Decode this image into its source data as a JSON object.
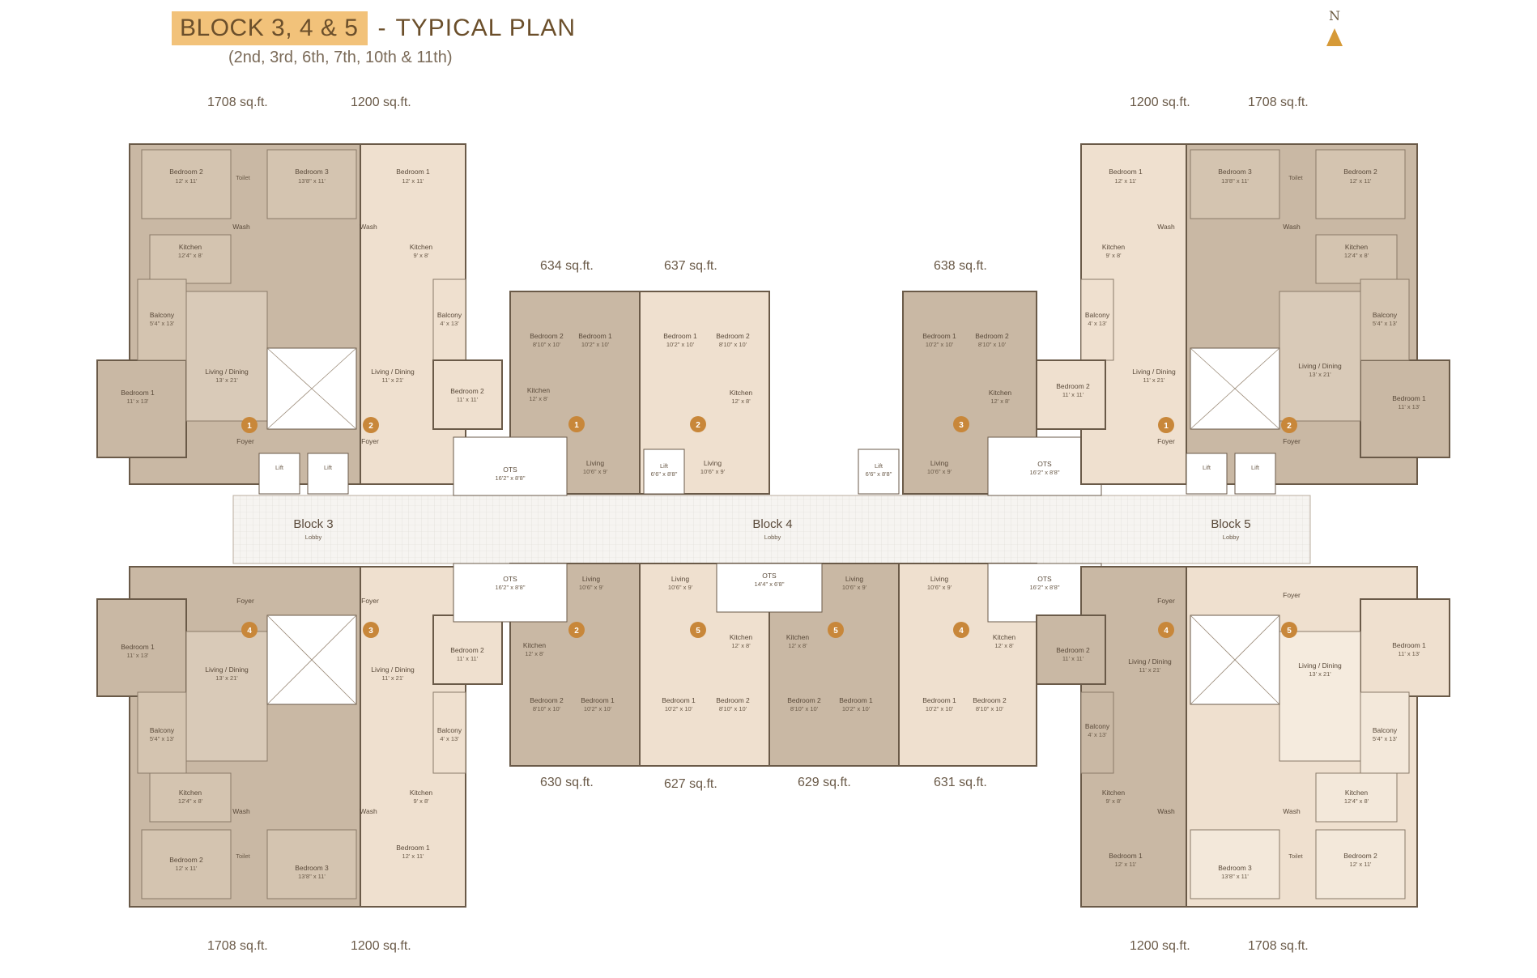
{
  "header": {
    "title_highlight": "BLOCK 3, 4 & 5",
    "title_separator": "-",
    "title_main": "TYPICAL PLAN",
    "subtitle": "(2nd, 3rd, 6th, 7th, 10th & 11th)",
    "north_label": "N"
  },
  "colors": {
    "accent": "#f2c27a",
    "dark_unit": "#c9b8a4",
    "light_unit": "#efe0cf",
    "badge": "#c8873a"
  },
  "areas": {
    "top_left_a": "1708 sq.ft.",
    "top_left_b": "1200 sq.ft.",
    "top_right_a": "1200 sq.ft.",
    "top_right_b": "1708 sq.ft.",
    "top_mid_1": "634 sq.ft.",
    "top_mid_2": "637 sq.ft.",
    "top_mid_3": "638 sq.ft.",
    "bottom_mid_1": "630 sq.ft.",
    "bottom_mid_2": "627 sq.ft.",
    "bottom_mid_3": "629 sq.ft.",
    "bottom_mid_4": "631 sq.ft.",
    "bottom_left_a": "1708 sq.ft.",
    "bottom_left_b": "1200 sq.ft.",
    "bottom_right_a": "1200 sq.ft.",
    "bottom_right_b": "1708 sq.ft."
  },
  "lobbies": {
    "block3": "Block 3",
    "block4": "Block 4",
    "block5": "Block 5"
  },
  "rooms": {
    "bedroom1": "Bedroom 1",
    "bedroom2": "Bedroom 2",
    "bedroom3": "Bedroom 3",
    "kitchen": "Kitchen",
    "balcony": "Balcony",
    "living_dining": "Living / Dining",
    "living": "Living",
    "foyer": "Foyer",
    "wash": "Wash",
    "toilet": "Toilet",
    "lift": "Lift",
    "ots": "OTS",
    "lobby": "Lobby"
  },
  "dims": {
    "b2_large": "12' x 11'",
    "b3_large": "13'8\" x 11'",
    "b1_large": "11' x 13'",
    "kitchen_large": "12'4\" x 8'",
    "balcony_large": "5'4\" x 13'",
    "ld_large": "13' x 21'",
    "b1_mid": "12' x 11'",
    "kitchen_mid": "9' x 8'",
    "ld_mid": "11' x 21'",
    "b2_mid": "11' x 11'",
    "balcony_mid": "4' x 13'",
    "s_b1": "10'2\" x 10'",
    "s_b2": "8'10\" x 10'",
    "s_kitchen": "12' x 8'",
    "s_living": "10'6\" x 9'",
    "lift": "6'6\" x 8'8\"",
    "ots_a": "16'2\" x 8'8\"",
    "ots_b": "14'4\" x 6'8\""
  },
  "badges": {
    "one": "1",
    "two": "2",
    "three": "3",
    "four": "4",
    "five": "5"
  }
}
